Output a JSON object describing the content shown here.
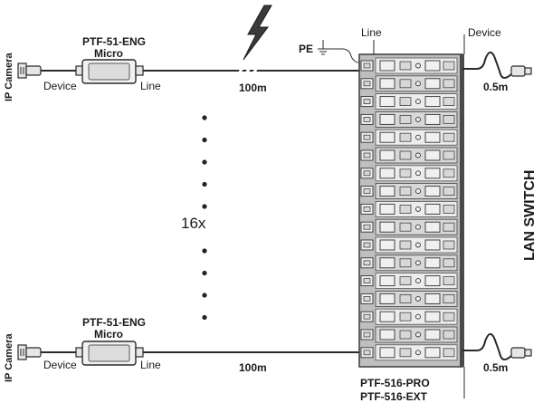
{
  "diagram": {
    "top_link": {
      "camera_label": "IP Camera",
      "device_label": "Device",
      "line_label": "Line",
      "protector_title_1": "PTF-51-ENG",
      "protector_title_2": "Micro",
      "distance_label": "100m"
    },
    "bottom_link": {
      "camera_label": "IP Camera",
      "device_label": "Device",
      "line_label": "Line",
      "protector_title_1": "PTF-51-ENG",
      "protector_title_2": "Micro",
      "distance_label": "100m"
    },
    "multiplier_label": "16x",
    "pe_label": "PE",
    "panel_line_label": "Line",
    "panel_device_label": "Device",
    "patch_top_label": "0.5m",
    "patch_bottom_label": "0.5m",
    "switch_label": "LAN SWITCH",
    "panel_model_1": "PTF-516-PRO",
    "panel_model_2": "PTF-516-EXT",
    "icons": [
      "ip-camera-connector-icon",
      "lightning-bolt-icon",
      "ground-symbol-icon",
      "patch-cable-icon"
    ]
  }
}
